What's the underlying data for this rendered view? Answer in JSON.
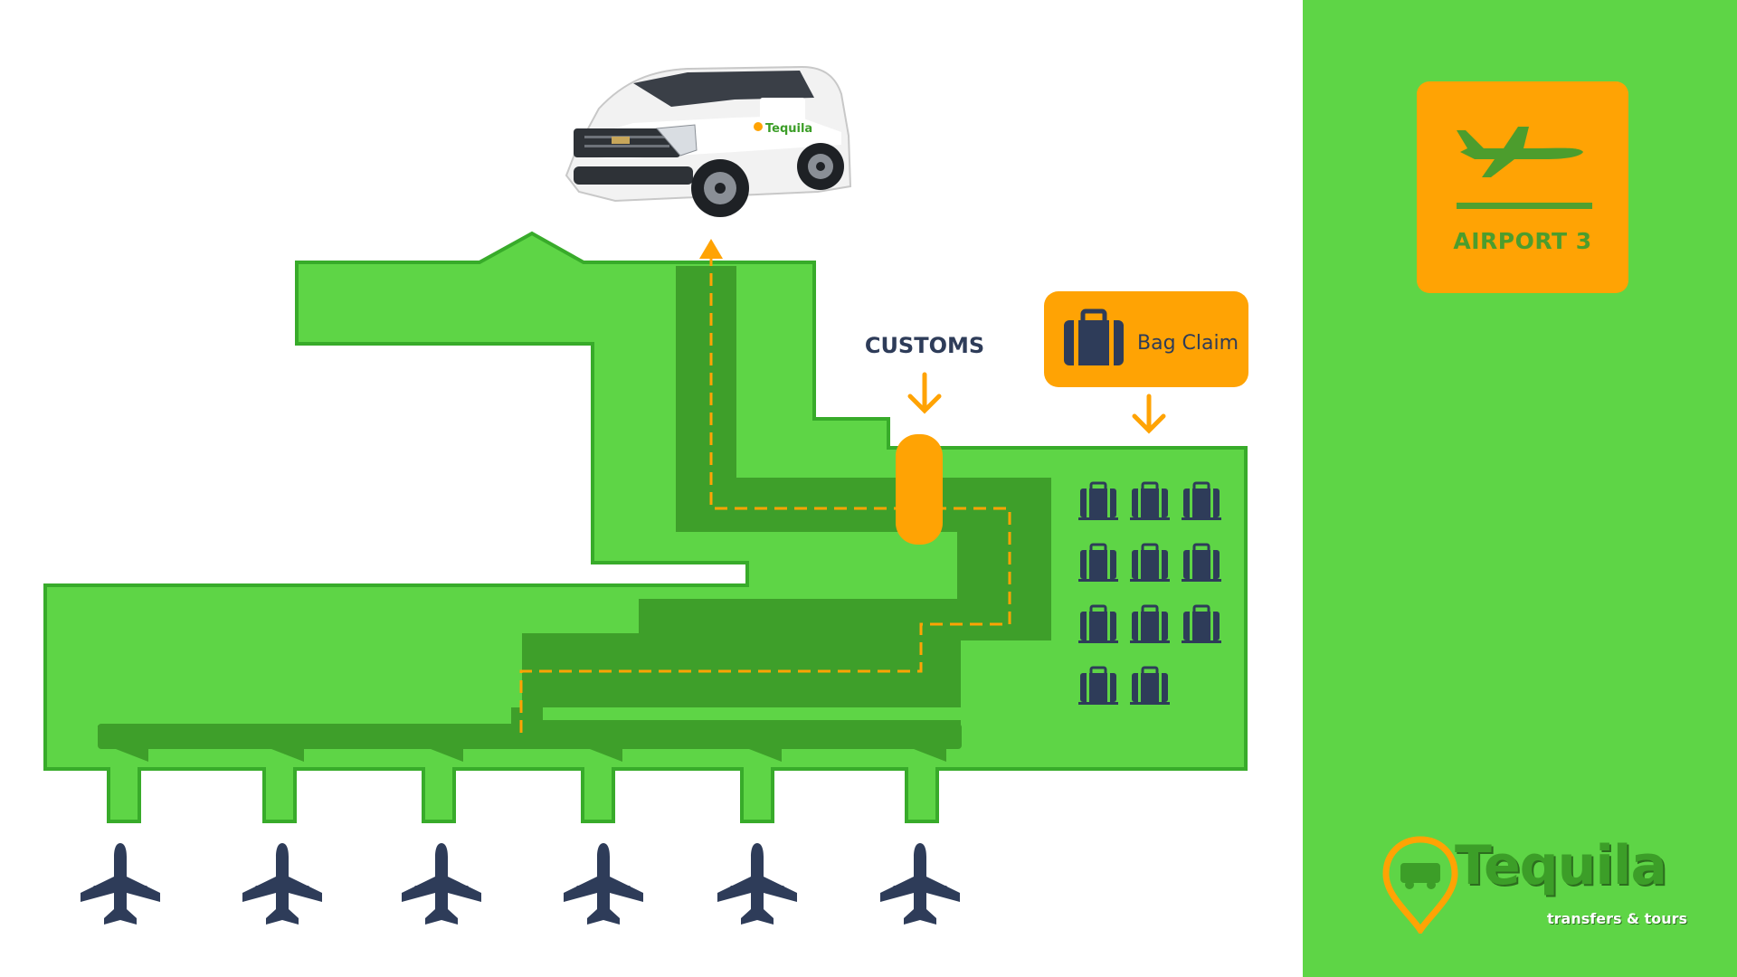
{
  "labels": {
    "customs": "CUSTOMS",
    "bag_claim": "Bag Claim",
    "vehicle_logo": "Tequila",
    "airport": "AIRPORT 3"
  },
  "brand": {
    "name": "Tequila",
    "tagline": "transfers & tours"
  },
  "counts": {
    "bag_claim_carousels": 11,
    "gates": 6,
    "planes": 6
  },
  "icons": [
    "plane-icon",
    "luggage-icon",
    "arrow-down-icon",
    "location-pin-icon",
    "suv-icon"
  ],
  "colors": {
    "terminal_fill": "#5ed546",
    "terminal_border": "#38ab2a",
    "walkway": "#3e9f2a",
    "accent": "#ffa304",
    "navy": "#2e3c59",
    "sidebar_text": "#4c9d2d"
  }
}
